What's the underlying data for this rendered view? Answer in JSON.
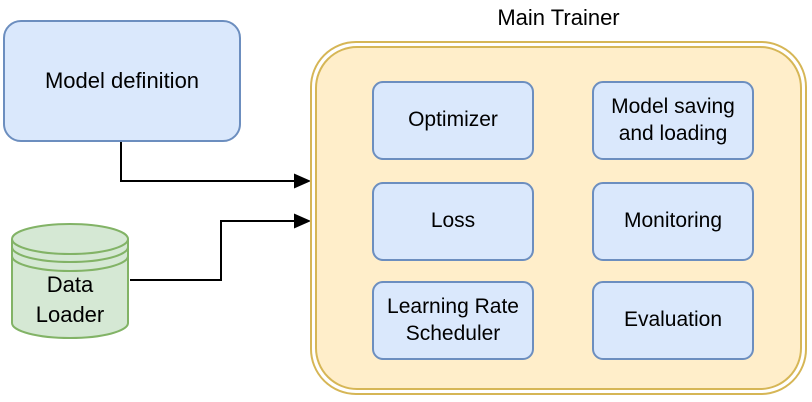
{
  "diagram": {
    "nodes": {
      "model_definition": {
        "label": "Model definition",
        "fill": "#dae8fc",
        "border": "#6c8ebf"
      },
      "data_loader": {
        "label": "Data Loader",
        "shape": "database-cylinder",
        "fill": "#d5e8d4",
        "border": "#82b366"
      },
      "main_trainer": {
        "title": "Main Trainer",
        "fill": "#ffeeca",
        "border": "#d6b656",
        "border_style": "double"
      }
    },
    "main_trainer_components": [
      {
        "label": "Optimizer"
      },
      {
        "label": "Model saving and loading"
      },
      {
        "label": "Loss"
      },
      {
        "label": "Monitoring"
      },
      {
        "label": "Learning Rate Scheduler"
      },
      {
        "label": "Evaluation"
      }
    ],
    "component_style": {
      "fill": "#dae8fc",
      "border": "#6c8ebf"
    },
    "edges": [
      {
        "from": "model_definition",
        "to": "main_trainer",
        "style": "elbow-arrow"
      },
      {
        "from": "data_loader",
        "to": "main_trainer",
        "style": "elbow-arrow"
      }
    ],
    "edge_color": "#000000",
    "text_color": "#000000",
    "background": "#ffffff"
  }
}
